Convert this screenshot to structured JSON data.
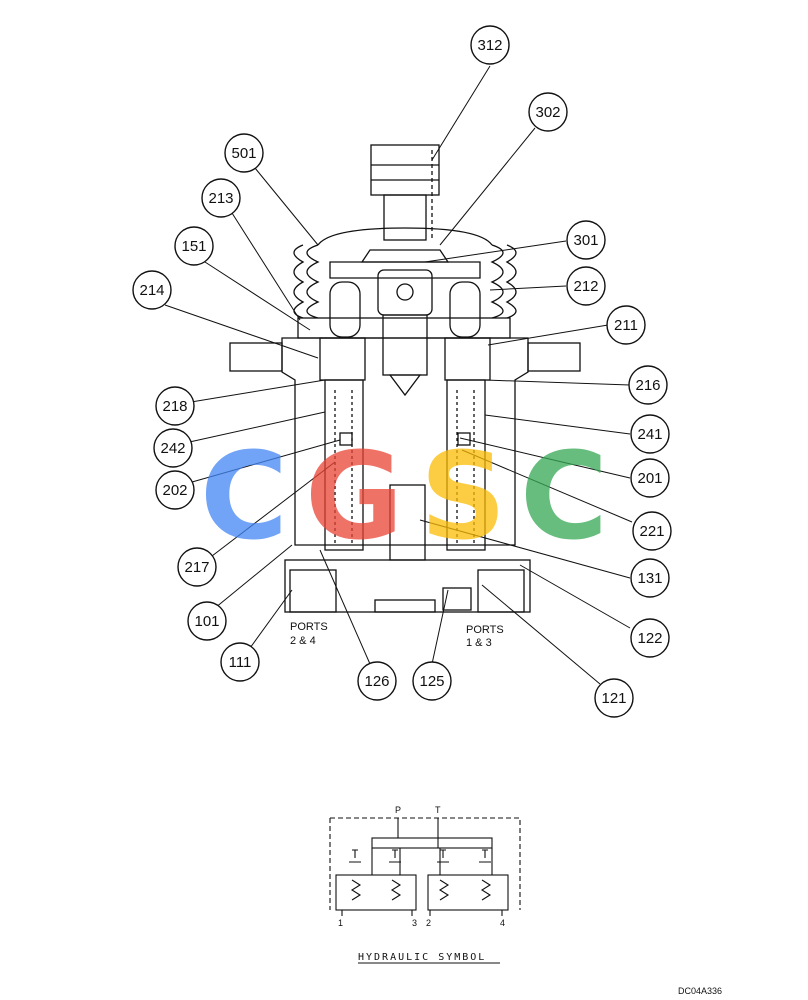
{
  "balloons": [
    {
      "id": "312",
      "label": "312"
    },
    {
      "id": "302",
      "label": "302"
    },
    {
      "id": "501",
      "label": "501"
    },
    {
      "id": "213",
      "label": "213"
    },
    {
      "id": "151",
      "label": "151"
    },
    {
      "id": "214",
      "label": "214"
    },
    {
      "id": "301",
      "label": "301"
    },
    {
      "id": "212",
      "label": "212"
    },
    {
      "id": "211",
      "label": "211"
    },
    {
      "id": "216",
      "label": "216"
    },
    {
      "id": "218",
      "label": "218"
    },
    {
      "id": "241",
      "label": "241"
    },
    {
      "id": "242",
      "label": "242"
    },
    {
      "id": "201",
      "label": "201"
    },
    {
      "id": "202",
      "label": "202"
    },
    {
      "id": "221",
      "label": "221"
    },
    {
      "id": "217",
      "label": "217"
    },
    {
      "id": "131",
      "label": "131"
    },
    {
      "id": "101",
      "label": "101"
    },
    {
      "id": "122",
      "label": "122"
    },
    {
      "id": "111",
      "label": "111"
    },
    {
      "id": "126",
      "label": "126"
    },
    {
      "id": "125",
      "label": "125"
    },
    {
      "id": "121",
      "label": "121"
    }
  ],
  "port_labels": {
    "left_line1": "PORTS",
    "left_line2": "2 & 4",
    "right_line1": "PORTS",
    "right_line2": "1 & 3"
  },
  "hydraulic_symbol": {
    "p_label": "P",
    "t_label": "T",
    "port_1": "1",
    "port_3": "3",
    "port_2": "2",
    "port_4": "4",
    "title": "HYDRAULIC SYMBOL"
  },
  "drawing_number": "DC04A336",
  "watermark": {
    "letters": [
      "C",
      "G",
      "S",
      "C"
    ],
    "colors": [
      "#4285F4",
      "#EA4335",
      "#FBBC05",
      "#34A853"
    ]
  }
}
